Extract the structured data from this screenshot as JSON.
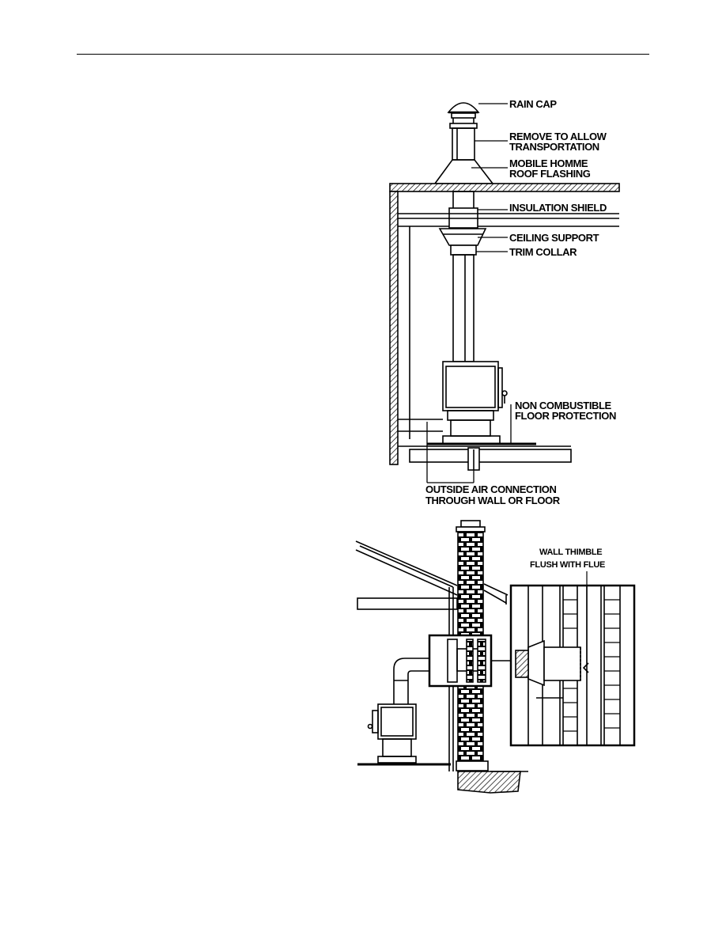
{
  "diagram1": {
    "labels": {
      "rain_cap": "RAIN CAP",
      "remove_line1": "REMOVE TO ALLOW",
      "remove_line2": "TRANSPORTATION",
      "flashing_line1": "MOBILE HOMME",
      "flashing_line2": "ROOF FLASHING",
      "insulation_shield": "INSULATION SHIELD",
      "ceiling_support": "CEILING SUPPORT",
      "trim_collar": "TRIM COLLAR",
      "floor_line1": "NON COMBUSTIBLE",
      "floor_line2": "FLOOR PROTECTION",
      "outside_line1": "OUTSIDE AIR CONNECTION",
      "outside_line2": "THROUGH WALL OR FLOOR"
    }
  },
  "diagram2": {
    "labels": {
      "thimble_line1": "WALL THIMBLE",
      "thimble_line2": "FLUSH WITH FLUE"
    }
  }
}
